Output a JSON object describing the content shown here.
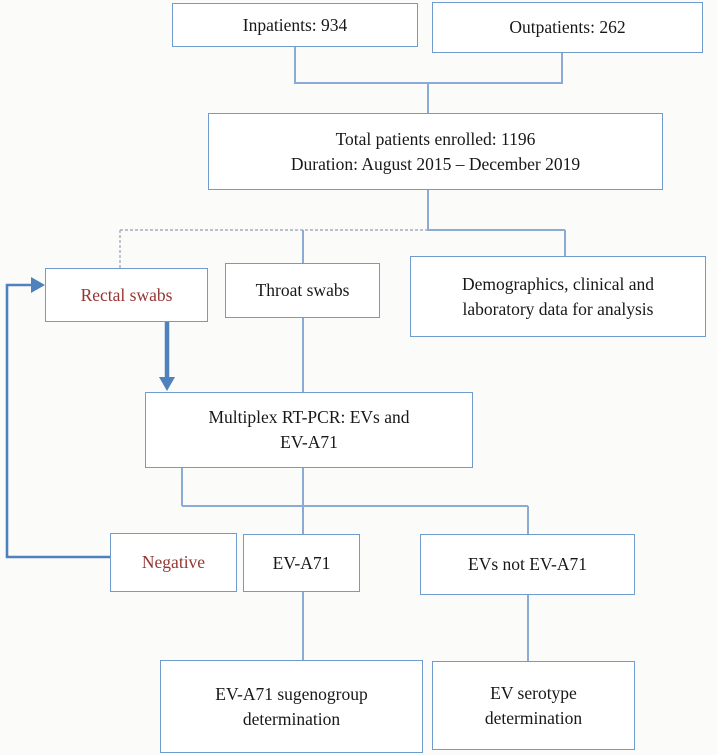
{
  "figure": {
    "type": "flowchart",
    "colors": {
      "box_border": "#6f9ccd",
      "thin_connector": "#8aabd3",
      "dashed_connector": "#a4aebc",
      "thick_arrow": "#4f81bd",
      "text": "#181818",
      "dark_red_text": "#943634"
    },
    "nodes": {
      "inpatients": {
        "label": "Inpatients: 934"
      },
      "outpatients": {
        "label": "Outpatients: 262"
      },
      "total": {
        "label": "Total patients enrolled: 1196\nDuration: August 2015 – December 2019"
      },
      "rectal_swabs": {
        "label": "Rectal swabs",
        "text_color": "#943634"
      },
      "throat_swabs": {
        "label": "Throat swabs"
      },
      "demographics": {
        "label": "Demographics, clinical and\nlaboratory data for analysis"
      },
      "multiplex_rt_pcr": {
        "label": "Multiplex RT-PCR: EVs and\nEV-A71"
      },
      "negative": {
        "label": "Negative",
        "text_color": "#943634"
      },
      "ev_a71": {
        "label": "EV-A71"
      },
      "evs_not_ev_a71": {
        "label": "EVs not EV-A71"
      },
      "ev_a71_subgenogroup": {
        "label": "EV-A71 sugenogroup\ndetermination"
      },
      "ev_serotype": {
        "label": "EV serotype\ndetermination"
      }
    },
    "edges": [
      "inpatients -> total",
      "outpatients -> total",
      "total -> rectal_swabs (dashed)",
      "total -> throat_swabs",
      "total -> demographics",
      "rectal_swabs -> multiplex_rt_pcr (arrow)",
      "throat_swabs -> multiplex_rt_pcr",
      "multiplex_rt_pcr -> ev_a71",
      "multiplex_rt_pcr -> evs_not_ev_a71",
      "negative -> rectal_swabs (feedback arrow)",
      "ev_a71 -> ev_a71_subgenogroup",
      "evs_not_ev_a71 -> ev_serotype"
    ]
  }
}
